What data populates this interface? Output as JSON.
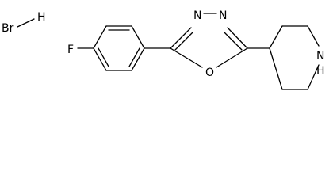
{
  "labels": {
    "hbr_br": "Br",
    "hbr_h": "H",
    "fluorine": "F",
    "oxadiazole_n1": "N",
    "oxadiazole_n2": "N",
    "oxadiazole_o": "O",
    "piperidine_n": "N",
    "piperidine_h": "H"
  },
  "colors": {
    "bond": "#000000",
    "text": "#000000",
    "background": "#ffffff"
  }
}
